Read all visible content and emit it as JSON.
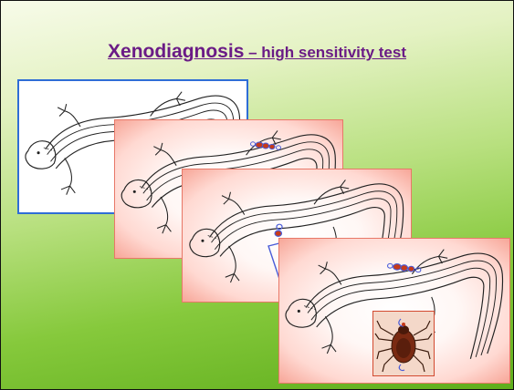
{
  "slide": {
    "title_main": "Xenodiagnosis",
    "title_sub": " – high sensitivity test"
  },
  "panels": [
    {
      "name": "lizard-outline-panel",
      "border_color": "#2f6dd6",
      "background": "#ffffff"
    },
    {
      "name": "lizard-with-ticks-panel-1",
      "border_color": "#e87868",
      "background": "radial-pink"
    },
    {
      "name": "lizard-with-ticks-panel-2",
      "border_color": "#e87868",
      "background": "radial-pink"
    },
    {
      "name": "lizard-with-ticks-panel-3",
      "border_color": "#e87868",
      "background": "radial-pink"
    }
  ],
  "colors": {
    "title": "#6a1b86",
    "tick_body": "#c63a1a",
    "tick_outline": "#4a5cd8",
    "slide_gradient_top": "#f7fbe9",
    "slide_gradient_bottom": "#5fae1c"
  },
  "icons": [
    "lizard-drawing",
    "tick-cluster-icon",
    "tick-closeup-icon"
  ]
}
